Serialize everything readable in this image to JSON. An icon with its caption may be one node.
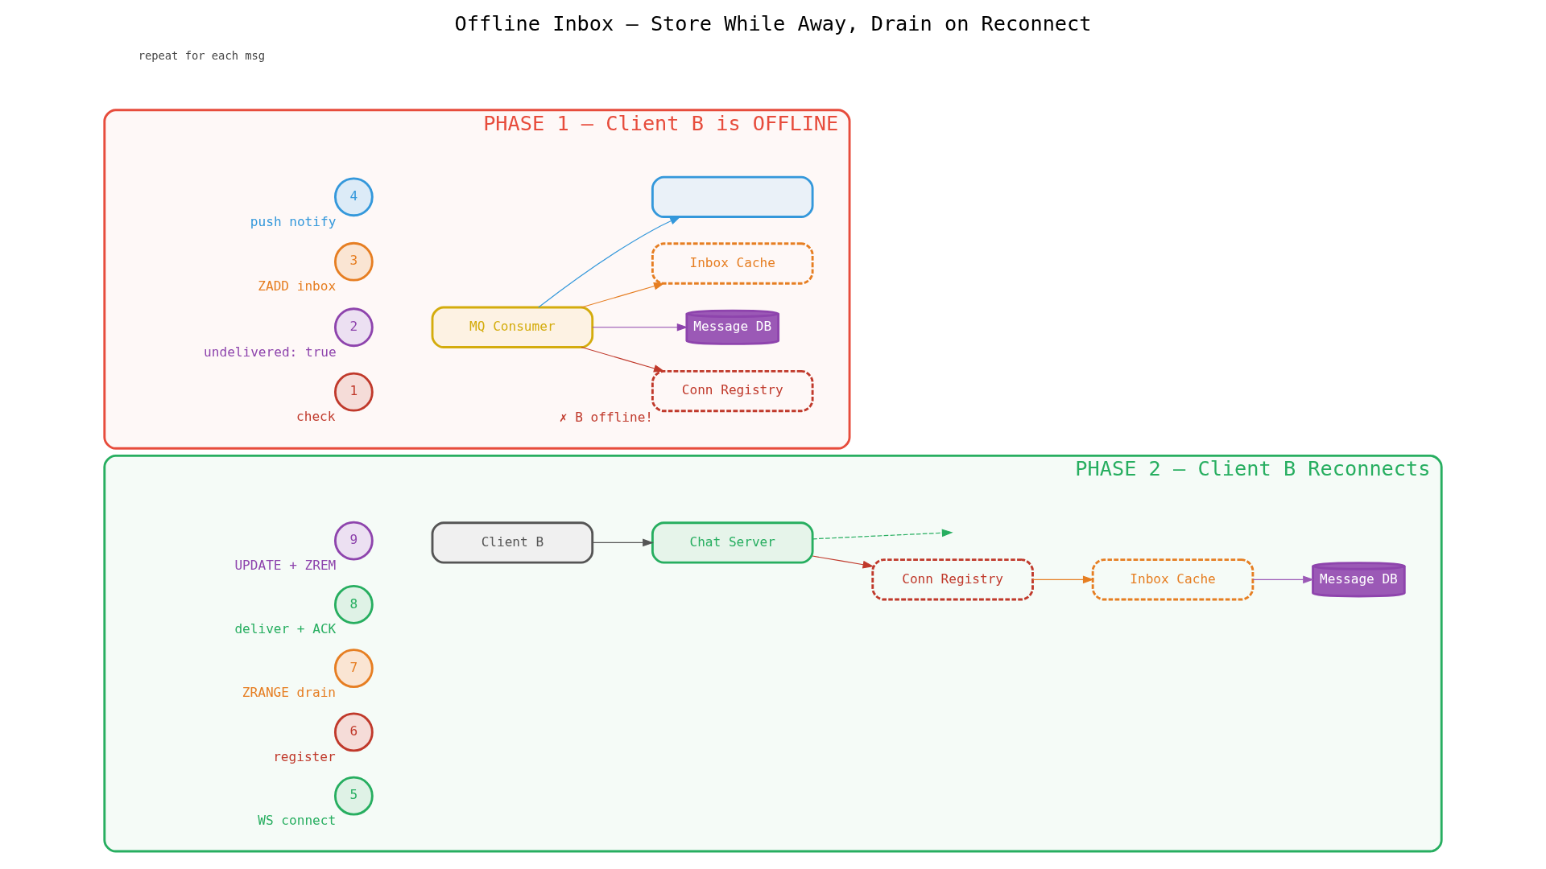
{
  "diagram": {
    "title": "Offline Inbox — Store While Away, Drain on Reconnect",
    "nodes": [
      {
        "text": [
          "PHASE 1 — Client B is OFFLINE"
        ]
      },
      {
        "text": [
          "MQ Consumer"
        ],
        "in": 0
      },
      {
        "text": [
          "Conn Registry"
        ],
        "in": 0,
        "beside": [
          "✗ B offline!"
        ]
      },
      {
        "text": [
          "Message DB"
        ],
        "in": 0
      },
      {
        "text": [
          "Inbox Cache"
        ],
        "in": 0
      },
      {
        "text": [],
        "shape": "box",
        "in": 0
      },
      {
        "text": [
          "PHASE 2 — Client B Reconnects"
        ]
      },
      {
        "text": [
          "Client B"
        ],
        "in": 6
      },
      {
        "text": [
          "Chat Server"
        ],
        "in": 6
      },
      {
        "text": [
          "Conn Registry"
        ],
        "in": 6
      },
      {
        "text": [
          "Inbox Cache"
        ],
        "in": 6
      },
      {
        "text": [
          "Message DB"
        ],
        "in": 6
      },
      {
        "text": [
          "1"
        ],
        "in": 0,
        "beside": [
          "check"
        ]
      },
      {
        "text": [
          "2"
        ],
        "in": 0,
        "beside": [
          "undelivered: true"
        ]
      },
      {
        "text": [
          "3"
        ],
        "in": 0,
        "beside": [
          "ZADD inbox"
        ]
      },
      {
        "text": [
          "4"
        ],
        "in": 0,
        "beside": [
          "push notify"
        ]
      },
      {
        "text": [
          "5"
        ],
        "in": 6,
        "beside": [
          "WS connect"
        ]
      },
      {
        "text": [
          "6"
        ],
        "in": 6,
        "beside": [
          "register"
        ]
      },
      {
        "text": [
          "7"
        ],
        "in": 6,
        "beside": [
          "ZRANGE drain"
        ]
      },
      {
        "text": [
          "8"
        ],
        "in": 6,
        "beside": [
          "deliver + ACK"
        ]
      },
      {
        "text": [
          "9"
        ],
        "in": 6,
        "beside": [
          "UPDATE + ZREM"
        ]
      }
    ],
    "edges": [
      {
        "from": 1,
        "to": 2,
        "arrow": "to",
        "color": "#c0392b"
      },
      {
        "from": 1,
        "to": 3,
        "arrow": "to",
        "color": "#8e44ad"
      },
      {
        "from": 1,
        "to": 4,
        "arrow": "to",
        "color": "#e67e22"
      },
      {
        "from": 1,
        "to": 5,
        "arrow": "to",
        "color": "#3498db"
      },
      {
        "from": 7,
        "to": 8,
        "arrow": "to",
        "color": "#555555"
      },
      {
        "from": 8,
        "to": 9,
        "arrow": "to",
        "color": "#c0392b"
      },
      {
        "from": 9,
        "to": 10,
        "arrow": "to",
        "color": "#e67e22"
      },
      {
        "from": 10,
        "to": 11,
        "arrow": "to",
        "color": "#9b59b6"
      },
      {
        "from": 8,
        "to": null,
        "arrow": "to",
        "style": "dashed",
        "color": "#27ae60"
      }
    ],
    "labels": [
      "repeat for each msg"
    ]
  }
}
